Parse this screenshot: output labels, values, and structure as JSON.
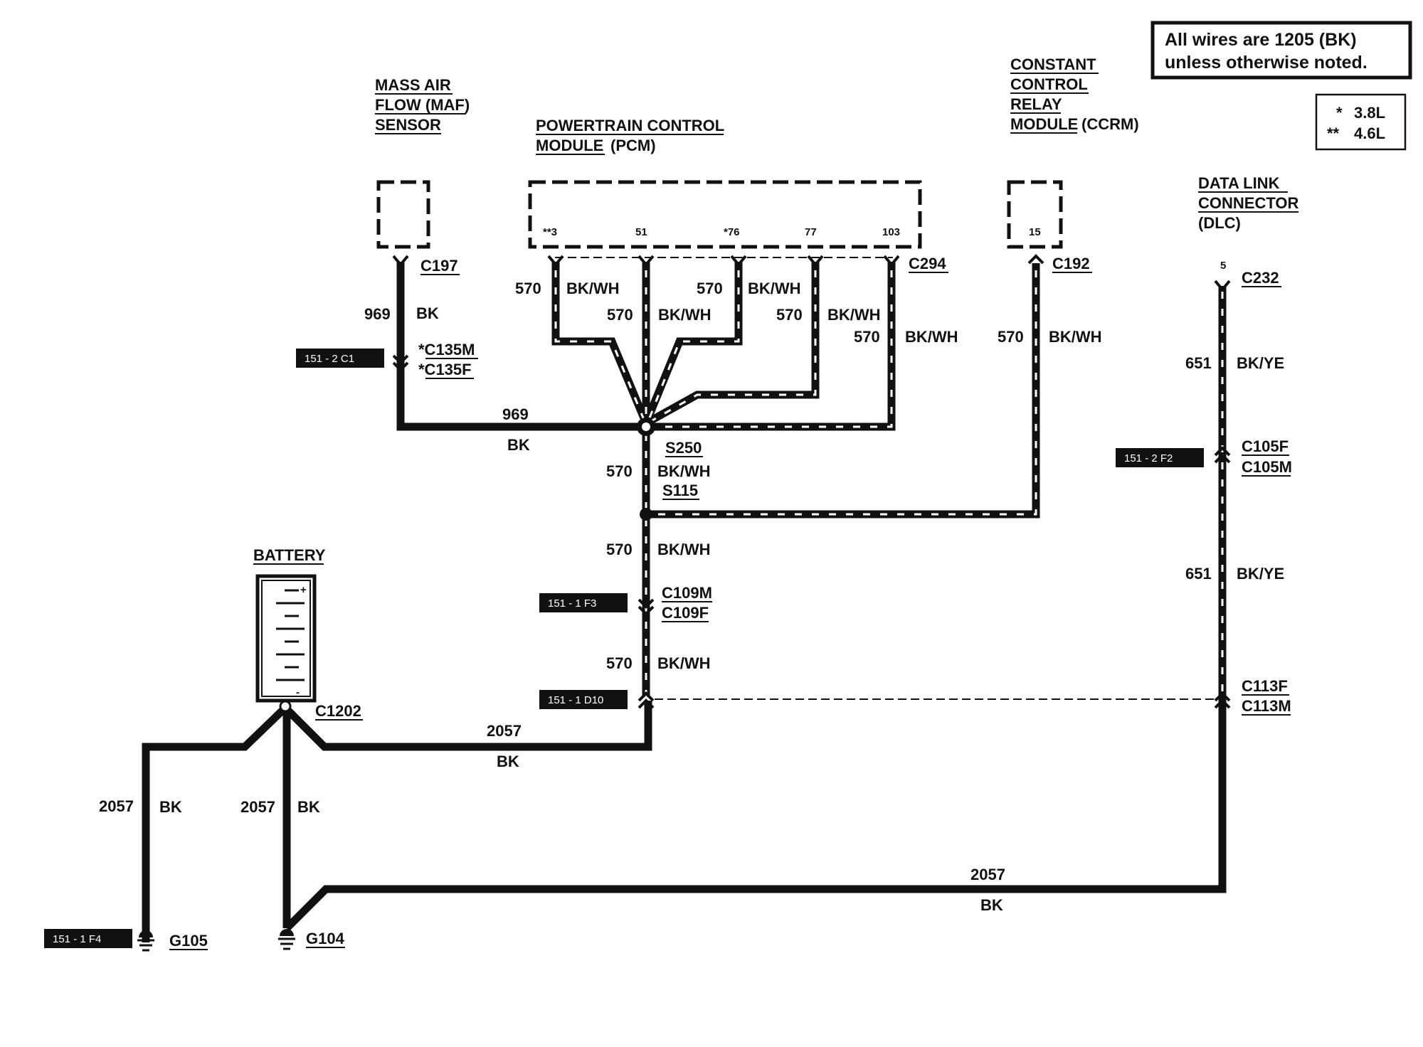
{
  "note": {
    "line1": "All wires are 1205 (BK)",
    "line2": "unless otherwise noted."
  },
  "legend": {
    "star1": "*",
    "val1": "3.8L",
    "star2": "**",
    "val2": "4.6L"
  },
  "components": {
    "maf": {
      "line1": "MASS AIR",
      "line2": "FLOW (MAF)",
      "line3": "SENSOR"
    },
    "pcm": {
      "line1": "POWERTRAIN CONTROL",
      "line2a": "MODULE",
      "line2b": "(PCM)"
    },
    "ccrm": {
      "line1": "CONSTANT",
      "line2": "CONTROL",
      "line3": "RELAY",
      "line4a": "MODULE",
      "line4b": "(CCRM)"
    },
    "dlc": {
      "line1": "DATA LINK",
      "line2": "CONNECTOR",
      "line3": "(DLC)"
    },
    "battery": {
      "label": "BATTERY",
      "plus": "+",
      "minus": "-"
    }
  },
  "pins": {
    "pcm": [
      "**3",
      "51",
      "*76",
      "77",
      "103"
    ],
    "ccrm": "15",
    "dlc": "5"
  },
  "connectors": {
    "c197": "C197",
    "c294": "C294",
    "c192": "C192",
    "c232": "C232",
    "c135m": "*C135M",
    "c135f": "*C135F",
    "s250": "S250",
    "s115": "S115",
    "c105f": "C105F",
    "c105m": "C105M",
    "c109m": "C109M",
    "c109f": "C109F",
    "c113f": "C113F",
    "c113m": "C113M",
    "c1202": "C1202",
    "g105": "G105",
    "g104": "G104"
  },
  "refs": {
    "r1": "151 - 2 C1",
    "r2": "151 - 2 F2",
    "r3": "151 - 1 F3",
    "r4": "151 - 1 D10",
    "r5": "151 - 1 F4"
  },
  "wires": {
    "w969": "969",
    "bk": "BK",
    "w570": "570",
    "bkwh": "BK/WH",
    "w651": "651",
    "bkye": "BK/YE",
    "w2057": "2057"
  },
  "colors": {
    "ink": "#111111",
    "paper": "#ffffff"
  }
}
